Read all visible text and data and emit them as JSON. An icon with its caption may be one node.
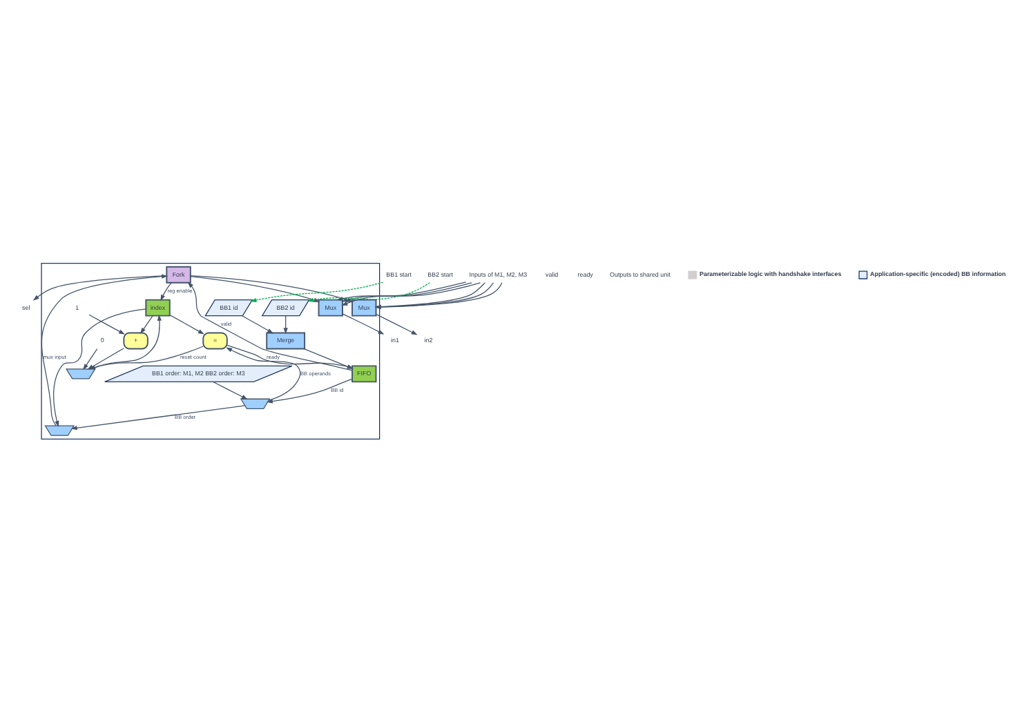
{
  "diagram": {
    "nodes": [
      {
        "text": [],
        "shape": "box"
      },
      {
        "text": [
          "Inputs of M1, M2, M3"
        ]
      },
      {
        "text": [
          "BB1 start"
        ]
      },
      {
        "text": [
          "BB2 start"
        ]
      },
      {
        "text": [
          "Mux"
        ],
        "in": 0
      },
      {
        "text": [
          "Mux"
        ],
        "in": 0
      },
      {
        "text": [
          "BB1 order: M1, M2 BB2 order: M3"
        ],
        "in": 0
      },
      {
        "text": [
          "BB1 id"
        ],
        "in": 0
      },
      {
        "text": [
          "BB2 id"
        ],
        "in": 0
      },
      {
        "text": [],
        "shape": "trapezoid",
        "in": 0
      },
      {
        "text": [
          "FIFO"
        ],
        "in": 0
      },
      {
        "text": [
          "Merge"
        ],
        "in": 0
      },
      {
        "text": [],
        "shape": "trapezoid",
        "in": 0
      },
      {
        "text": [
          "Fork"
        ],
        "in": 0
      },
      {
        "text": [
          "="
        ],
        "in": 0
      },
      {
        "text": [
          "index"
        ],
        "in": 0
      },
      {
        "text": [],
        "shape": "trapezoid",
        "in": 0
      },
      {
        "text": [
          "0"
        ],
        "in": 0
      },
      {
        "text": [
          "+"
        ],
        "in": 0
      },
      {
        "text": [
          "1"
        ],
        "in": 0
      },
      {
        "text": [
          "in1"
        ]
      },
      {
        "text": [
          "in2"
        ]
      },
      {
        "text": [
          "sel"
        ]
      }
    ],
    "edges": [
      {
        "from": 1,
        "to": 4,
        "arrow": "to"
      },
      {
        "from": 1,
        "to": 4,
        "arrow": "to"
      },
      {
        "from": 1,
        "to": 4,
        "arrow": "to"
      },
      {
        "from": 1,
        "to": 5,
        "arrow": "to"
      },
      {
        "from": 1,
        "to": 5,
        "arrow": "to"
      },
      {
        "from": 1,
        "to": 5,
        "arrow": "to"
      },
      {
        "from": 2,
        "to": 7,
        "arrow": "to",
        "style": "dashed",
        "color": "#00b050"
      },
      {
        "from": 3,
        "to": 8,
        "arrow": "to",
        "style": "dashed",
        "color": "#00b050"
      },
      {
        "from": 7,
        "to": 11,
        "arrow": "to"
      },
      {
        "from": 8,
        "to": 11,
        "arrow": "to"
      },
      {
        "from": 11,
        "to": 10,
        "arrow": "to"
      },
      {
        "from": 10,
        "to": 9,
        "arrow": "to",
        "label": "BB id"
      },
      {
        "from": 10,
        "to": 13,
        "arrow": "to",
        "label": "valid"
      },
      {
        "from": 6,
        "to": 9,
        "arrow": "to"
      },
      {
        "from": 9,
        "to": 12,
        "arrow": "to",
        "label": "BB order"
      },
      {
        "from": 9,
        "to": 14,
        "arrow": "to",
        "label": "BB operands"
      },
      {
        "from": 12,
        "to": 13,
        "arrow": "to",
        "label": "mux input"
      },
      {
        "from": 13,
        "to": 4,
        "arrow": "to"
      },
      {
        "from": 13,
        "to": 5,
        "arrow": "to"
      },
      {
        "from": 13,
        "to": 22,
        "arrow": "to"
      },
      {
        "from": 4,
        "to": 20,
        "arrow": "to"
      },
      {
        "from": 5,
        "to": 21,
        "arrow": "to"
      },
      {
        "from": 13,
        "to": 15,
        "arrow": "to",
        "label": "reg enable"
      },
      {
        "from": 14,
        "to": 10,
        "arrow": "to",
        "label": "ready"
      },
      {
        "from": 14,
        "to": 16,
        "arrow": "to",
        "label": "reset count"
      },
      {
        "from": 15,
        "to": 14,
        "arrow": "to"
      },
      {
        "from": 15,
        "to": 12,
        "arrow": "to"
      },
      {
        "from": 15,
        "to": 18,
        "arrow": "to"
      },
      {
        "from": 17,
        "to": 16,
        "arrow": "to"
      },
      {
        "from": 19,
        "to": 18,
        "arrow": "to"
      },
      {
        "from": 18,
        "to": 16,
        "arrow": "to"
      },
      {
        "from": 16,
        "to": 15,
        "arrow": "to"
      }
    ],
    "labels": [
      "valid",
      "ready",
      "Outputs to shared unit"
    ],
    "legend": [
      {
        "text": "Parameterizable logic with handshake interfaces",
        "color": "#d0cecf"
      },
      {
        "text": "Application-specific (encoded) BB information"
      }
    ]
  }
}
